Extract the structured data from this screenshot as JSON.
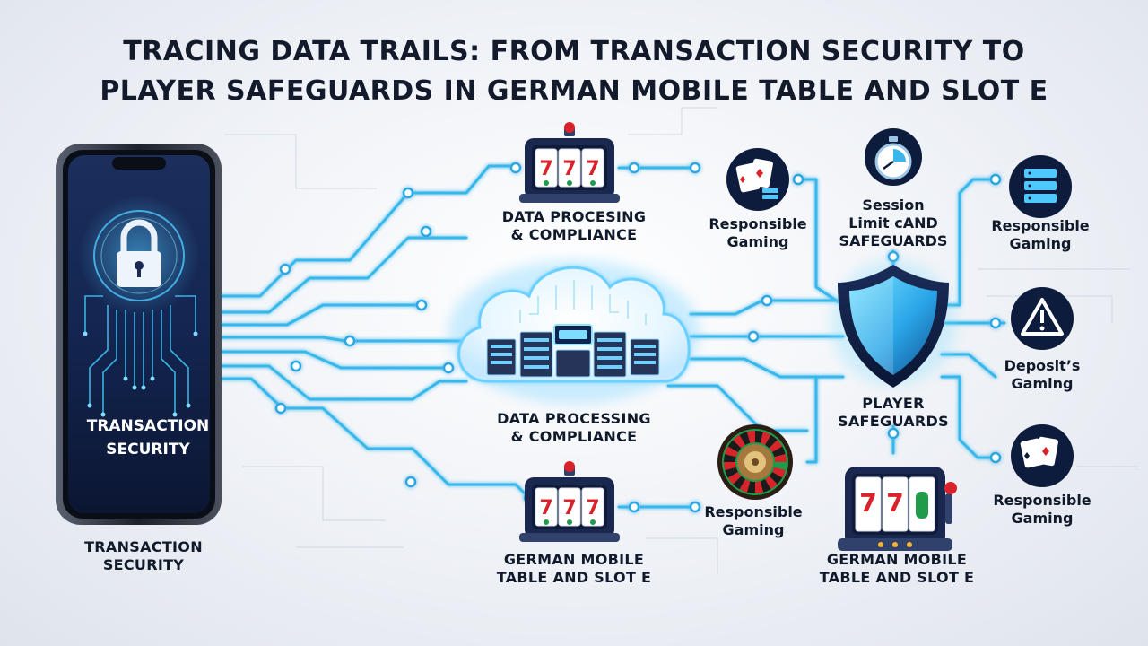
{
  "title": {
    "line1": "TRACING DATA TRAILS: FROM TRANSACTION SECURITY TO",
    "line2": "PLAYER SAFEGUARDS IN GERMAN MOBILE TABLE AND SLOT E"
  },
  "phone": {
    "screen_label_line1": "TRANSACTION",
    "screen_label_line2": "SECURITY",
    "icon": "padlock-icon"
  },
  "labels": {
    "transaction_security": [
      "TRANSACTION",
      "SECURITY"
    ],
    "data_processing_top": [
      "DATA PROCESING",
      "& COMPLIANCE"
    ],
    "data_processing_center": [
      "DATA PROCESSING",
      "& COMPLIANCE"
    ],
    "german_mobile_center": [
      "GERMAN MOBILE",
      "TABLE AND SLOT E"
    ],
    "german_mobile_right": [
      "GERMAN MOBILE",
      "TABLE AND SLOT E"
    ],
    "responsible_gaming_cards": [
      "Responsible",
      "Gaming"
    ],
    "session_limit": [
      "Session",
      "Limit cAND",
      "SAFEGUARDS"
    ],
    "responsible_gaming_right_top": [
      "Responsible",
      "Gaming"
    ],
    "deposit_gaming": [
      "Deposit’s",
      "Gaming"
    ],
    "player_safeguards": [
      "PLAYER",
      "SAFEGUARDS"
    ],
    "responsible_gaming_roulette": [
      "Responsible",
      "Gaming"
    ],
    "responsible_gaming_right_bottom": [
      "Responsible",
      "Gaming"
    ]
  },
  "slot_reels": [
    "7",
    "7",
    "7"
  ],
  "icons": {
    "phone": "smartphone-icon",
    "lock": "padlock-icon",
    "cloud": "cloud-server-icon",
    "slot_top": "slot-machine-icon",
    "slot_center": "slot-machine-icon",
    "slot_right": "slot-machine-icon",
    "cards": "playing-cards-icon",
    "stopwatch": "stopwatch-icon",
    "server_top": "server-icon",
    "warning": "warning-icon",
    "shield": "shield-icon",
    "roulette": "roulette-wheel-icon",
    "cards_bottom": "playing-cards-icon"
  },
  "colors": {
    "circuit": "#39b7ea",
    "circuit_glow": "#9fe4ff",
    "navy": "#0d1c3d",
    "slot_red": "#d8232a",
    "slot_green": "#1f9b4a"
  }
}
